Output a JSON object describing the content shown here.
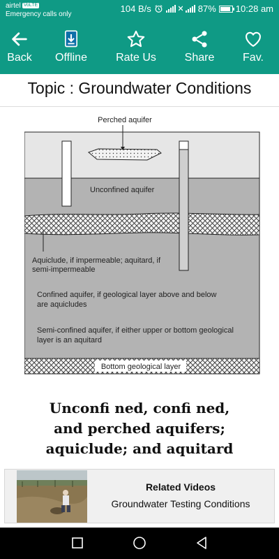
{
  "status_bar": {
    "carrier": "airtel",
    "carrier_badge": "VoLTE",
    "emergency": "Emergency calls only",
    "network_speed": "104 B/s",
    "battery": "87%",
    "battery_level": 0.87,
    "time": "10:28 am"
  },
  "toolbar": {
    "back_label": "Back",
    "offline_label": "Offline",
    "rate_label": "Rate Us",
    "share_label": "Share",
    "fav_label": "Fav."
  },
  "topic": {
    "title": "Topic : Groundwater Conditions"
  },
  "diagram": {
    "perched_label": "Perched aquifer",
    "unconfined_label": "Unconfined aquifer",
    "aquiclude_line1": "Aquiclude, if impermeable; aquitard, if",
    "aquiclude_line2": "semi-impermeable",
    "confined_line1": "Confined aquifer, if geological layer above and below",
    "confined_line2": "are aquicludes",
    "semiconfined_line1": "Semi-confined aquifer, if either upper or bottom geological",
    "semiconfined_line2": "layer is an aquitard",
    "bottom_label": "Bottom geological layer",
    "colors": {
      "top_layer": "#e6e6e6",
      "aquifer": "#b3b3b3",
      "outline": "#222222"
    }
  },
  "caption": {
    "line1": "Unconfi ned, confi ned,",
    "line2": "and perched aquifers;",
    "line3": "aquiclude; and aquitard"
  },
  "related": {
    "title": "Related Videos",
    "subtitle": "Groundwater Testing Conditions"
  },
  "colors": {
    "primary": "#0f9a85"
  }
}
